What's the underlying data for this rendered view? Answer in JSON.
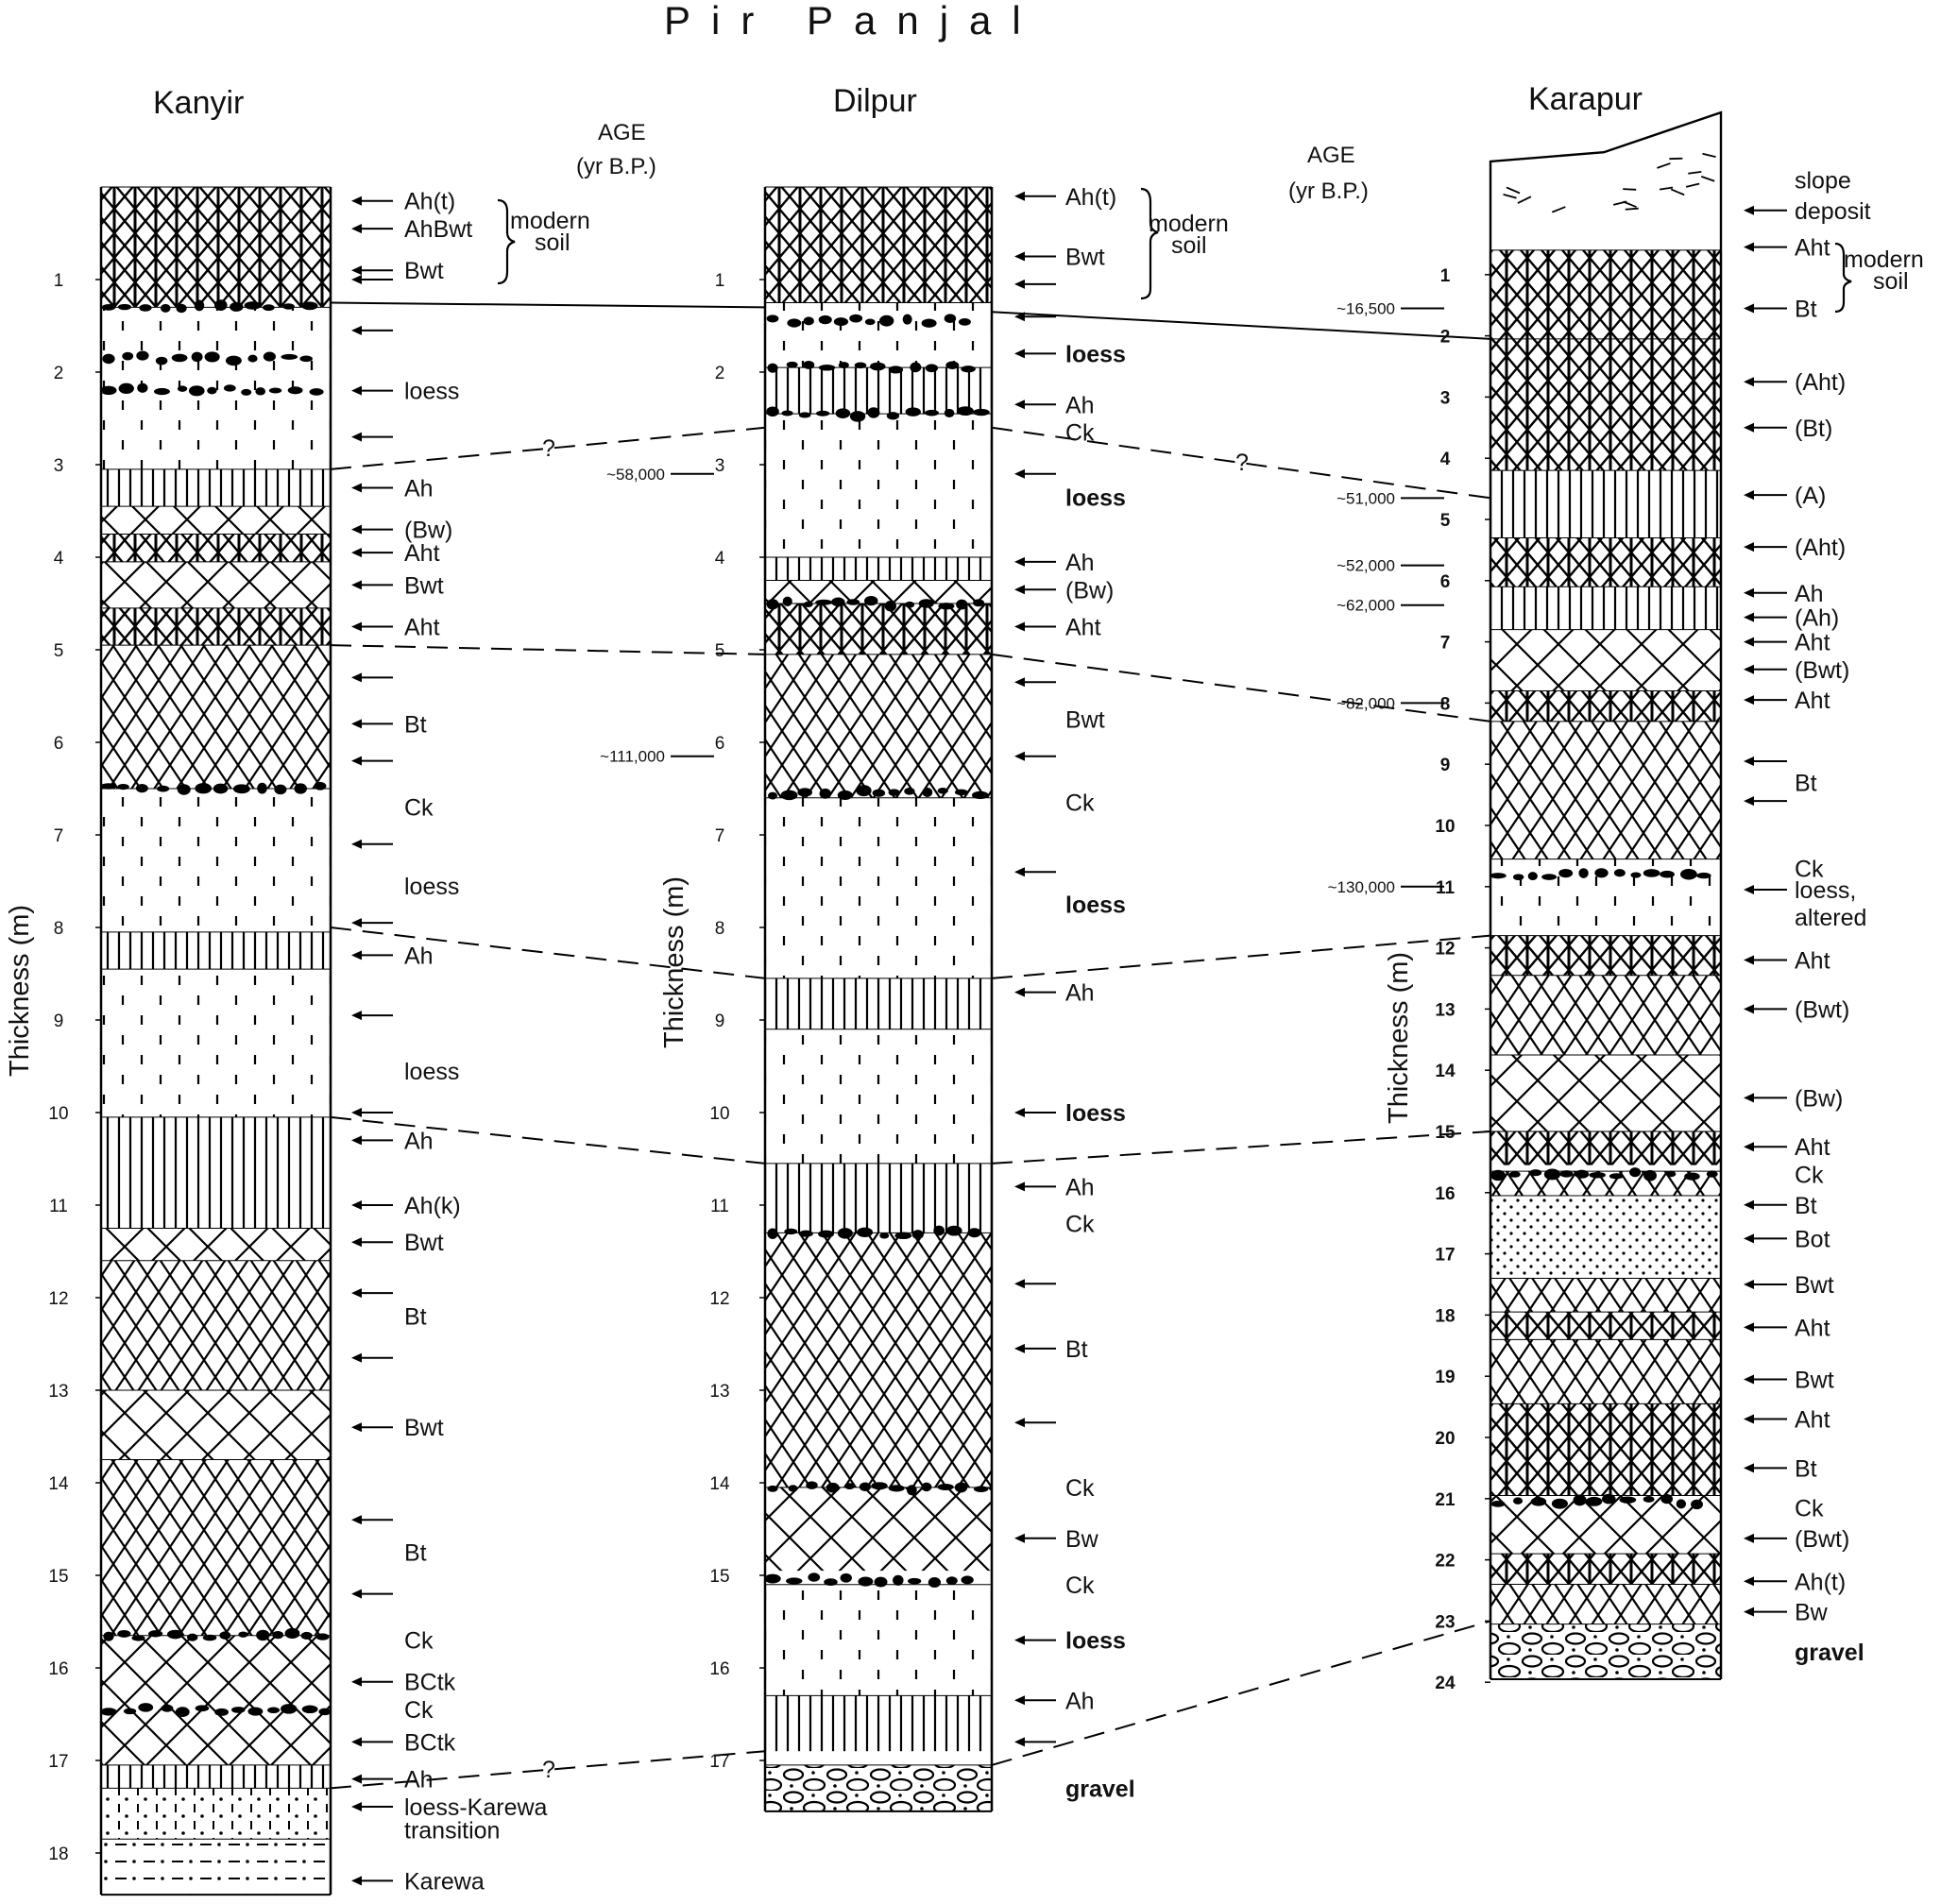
{
  "title": "Pir   Panjal",
  "axis_label": "Thickness (m)",
  "age_header": [
    "AGE",
    "(yr B.P.)"
  ],
  "modern_soil_note": [
    "modern",
    "soil"
  ],
  "karapur_slope_note": [
    "slope",
    "deposit"
  ],
  "karapur_bottom_question": "",
  "sections": [
    {
      "name": "Kanyir",
      "ticks": [
        "1",
        "2",
        "3",
        "4",
        "5",
        "6",
        "7",
        "8",
        "9",
        "10",
        "11",
        "12",
        "13",
        "14",
        "15",
        "16",
        "17",
        "18"
      ],
      "ages": [],
      "layers": [
        {
          "pattern": "tx",
          "from": 0,
          "to": 1.3
        },
        {
          "pattern": "loess",
          "from": 1.3,
          "to": 3.05
        },
        {
          "pattern": "vert",
          "from": 3.05,
          "to": 3.45
        },
        {
          "pattern": "xx",
          "from": 3.45,
          "to": 3.75
        },
        {
          "pattern": "tx",
          "from": 3.75,
          "to": 4.05
        },
        {
          "pattern": "xx",
          "from": 4.05,
          "to": 4.55
        },
        {
          "pattern": "tx",
          "from": 4.55,
          "to": 4.95
        },
        {
          "pattern": "x",
          "from": 4.95,
          "to": 6.5
        },
        {
          "pattern": "loess",
          "from": 6.5,
          "to": 8.05
        },
        {
          "pattern": "vert",
          "from": 8.05,
          "to": 8.45
        },
        {
          "pattern": "loess",
          "from": 8.45,
          "to": 10.05
        },
        {
          "pattern": "vert",
          "from": 10.05,
          "to": 11.25
        },
        {
          "pattern": "xx",
          "from": 11.25,
          "to": 11.6
        },
        {
          "pattern": "x",
          "from": 11.6,
          "to": 13.0
        },
        {
          "pattern": "xx",
          "from": 13.0,
          "to": 13.75
        },
        {
          "pattern": "x",
          "from": 13.75,
          "to": 15.65
        },
        {
          "pattern": "xx",
          "from": 15.65,
          "to": 17.05
        },
        {
          "pattern": "vert",
          "from": 17.05,
          "to": 17.3
        },
        {
          "pattern": "vdot",
          "from": 17.3,
          "to": 17.85
        },
        {
          "pattern": "karewa",
          "from": 17.85,
          "to": 18.45
        }
      ],
      "calcic": [
        1.3,
        1.85,
        2.2,
        6.5,
        15.65,
        16.45
      ],
      "labels": [
        {
          "text": "Ah(t)",
          "at": 0.15,
          "arrow": true
        },
        {
          "text": "AhBwt",
          "at": 0.45,
          "arrow": true
        },
        {
          "text": "Bwt",
          "at": 0.9,
          "arrow": true
        },
        {
          "text": "",
          "at": 1.0,
          "arrow": true
        },
        {
          "text": "",
          "at": 1.55,
          "arrow": true
        },
        {
          "text": "loess",
          "at": 2.2,
          "arrow": true
        },
        {
          "text": "",
          "at": 2.7,
          "arrow": true
        },
        {
          "text": "Ah",
          "at": 3.25,
          "arrow": true
        },
        {
          "text": "(Bw)",
          "at": 3.7,
          "arrow": true
        },
        {
          "text": "Aht",
          "at": 3.95,
          "arrow": true
        },
        {
          "text": "Bwt",
          "at": 4.3,
          "arrow": true
        },
        {
          "text": "Aht",
          "at": 4.75,
          "arrow": true
        },
        {
          "text": "",
          "at": 5.3,
          "arrow": true
        },
        {
          "text": "Bt",
          "at": 5.8,
          "arrow": true
        },
        {
          "text": "",
          "at": 6.2,
          "arrow": true
        },
        {
          "text": "Ck",
          "at": 6.7,
          "arrow": false
        },
        {
          "text": "",
          "at": 7.1,
          "arrow": true
        },
        {
          "text": "loess",
          "at": 7.55,
          "arrow": false
        },
        {
          "text": "",
          "at": 7.95,
          "arrow": true
        },
        {
          "text": "Ah",
          "at": 8.3,
          "arrow": true
        },
        {
          "text": "",
          "at": 8.95,
          "arrow": true
        },
        {
          "text": "loess",
          "at": 9.55,
          "arrow": false
        },
        {
          "text": "",
          "at": 10.0,
          "arrow": true
        },
        {
          "text": "Ah",
          "at": 10.3,
          "arrow": true
        },
        {
          "text": "Ah(k)",
          "at": 11.0,
          "arrow": true
        },
        {
          "text": "Bwt",
          "at": 11.4,
          "arrow": true
        },
        {
          "text": "",
          "at": 11.95,
          "arrow": true
        },
        {
          "text": "Bt",
          "at": 12.2,
          "arrow": false
        },
        {
          "text": "",
          "at": 12.65,
          "arrow": true
        },
        {
          "text": "Bwt",
          "at": 13.4,
          "arrow": true
        },
        {
          "text": "",
          "at": 14.4,
          "arrow": true
        },
        {
          "text": "Bt",
          "at": 14.75,
          "arrow": false
        },
        {
          "text": "",
          "at": 15.2,
          "arrow": true
        },
        {
          "text": "Ck",
          "at": 15.7,
          "arrow": false
        },
        {
          "text": "BCtk",
          "at": 16.15,
          "arrow": true
        },
        {
          "text": "Ck",
          "at": 16.45,
          "arrow": false
        },
        {
          "text": "BCtk",
          "at": 16.8,
          "arrow": true
        },
        {
          "text": "Ah",
          "at": 17.2,
          "arrow": true
        },
        {
          "text": "loess-Karewa",
          "at": 17.5,
          "arrow": true
        },
        {
          "text": "transition",
          "at": 17.75,
          "arrow": false
        },
        {
          "text": "Karewa",
          "at": 18.3,
          "arrow": true
        }
      ]
    },
    {
      "name": "Dilpur",
      "ticks": [
        "1",
        "2",
        "3",
        "4",
        "5",
        "6",
        "7",
        "8",
        "9",
        "10",
        "11",
        "12",
        "13",
        "14",
        "15",
        "16",
        "17"
      ],
      "ages": [
        {
          "text": "~58,000",
          "at": 3.1
        },
        {
          "text": "~111,000",
          "at": 6.15
        }
      ],
      "layers": [
        {
          "pattern": "tx",
          "from": 0,
          "to": 1.25
        },
        {
          "pattern": "loess",
          "from": 1.25,
          "to": 1.95
        },
        {
          "pattern": "vert",
          "from": 1.95,
          "to": 2.45
        },
        {
          "pattern": "loess",
          "from": 2.45,
          "to": 4.0
        },
        {
          "pattern": "vert",
          "from": 4.0,
          "to": 4.25
        },
        {
          "pattern": "xx",
          "from": 4.25,
          "to": 4.5
        },
        {
          "pattern": "tx",
          "from": 4.5,
          "to": 5.05
        },
        {
          "pattern": "x",
          "from": 5.05,
          "to": 6.6
        },
        {
          "pattern": "loess",
          "from": 6.6,
          "to": 8.55
        },
        {
          "pattern": "vert",
          "from": 8.55,
          "to": 9.1
        },
        {
          "pattern": "loess",
          "from": 9.1,
          "to": 10.55
        },
        {
          "pattern": "vert",
          "from": 10.55,
          "to": 11.3
        },
        {
          "pattern": "x",
          "from": 11.3,
          "to": 14.05
        },
        {
          "pattern": "xx",
          "from": 14.05,
          "to": 14.95
        },
        {
          "pattern": "loess",
          "from": 15.1,
          "to": 16.3
        },
        {
          "pattern": "vert",
          "from": 16.3,
          "to": 16.9
        },
        {
          "pattern": "gravel",
          "from": 17.05,
          "to": 17.55
        }
      ],
      "calcic": [
        1.45,
        1.95,
        2.45,
        4.5,
        6.55,
        11.3,
        14.05,
        15.05
      ],
      "labels": [
        {
          "text": "Ah(t)",
          "at": 0.1,
          "arrow": true
        },
        {
          "text": "Bwt",
          "at": 0.75,
          "arrow": true
        },
        {
          "text": "",
          "at": 1.05,
          "arrow": true
        },
        {
          "text": "",
          "at": 1.4,
          "arrow": true
        },
        {
          "text": "loess",
          "at": 1.8,
          "arrow": true
        },
        {
          "text": "Ah",
          "at": 2.35,
          "arrow": true
        },
        {
          "text": "Ck",
          "at": 2.65,
          "arrow": false
        },
        {
          "text": "",
          "at": 3.1,
          "arrow": true
        },
        {
          "text": "loess",
          "at": 3.35,
          "arrow": false
        },
        {
          "text": "Ah",
          "at": 4.05,
          "arrow": true
        },
        {
          "text": "(Bw)",
          "at": 4.35,
          "arrow": true
        },
        {
          "text": "Aht",
          "at": 4.75,
          "arrow": true
        },
        {
          "text": "",
          "at": 5.35,
          "arrow": true
        },
        {
          "text": "Bwt",
          "at": 5.75,
          "arrow": false
        },
        {
          "text": "",
          "at": 6.15,
          "arrow": true
        },
        {
          "text": "Ck",
          "at": 6.65,
          "arrow": false
        },
        {
          "text": "",
          "at": 7.4,
          "arrow": true
        },
        {
          "text": "loess",
          "at": 7.75,
          "arrow": false
        },
        {
          "text": "Ah",
          "at": 8.7,
          "arrow": true
        },
        {
          "text": "loess",
          "at": 10.0,
          "arrow": true
        },
        {
          "text": "Ah",
          "at": 10.8,
          "arrow": true
        },
        {
          "text": "Ck",
          "at": 11.2,
          "arrow": false
        },
        {
          "text": "",
          "at": 11.85,
          "arrow": true
        },
        {
          "text": "Bt",
          "at": 12.55,
          "arrow": true
        },
        {
          "text": "",
          "at": 13.35,
          "arrow": true
        },
        {
          "text": "Ck",
          "at": 14.05,
          "arrow": false
        },
        {
          "text": "Bw",
          "at": 14.6,
          "arrow": true
        },
        {
          "text": "Ck",
          "at": 15.1,
          "arrow": false
        },
        {
          "text": "loess",
          "at": 15.7,
          "arrow": true
        },
        {
          "text": "Ah",
          "at": 16.35,
          "arrow": true
        },
        {
          "text": "",
          "at": 16.8,
          "arrow": true
        },
        {
          "text": "gravel",
          "at": 17.3,
          "arrow": false
        }
      ]
    },
    {
      "name": "Karapur",
      "ticks": [
        "1",
        "2",
        "3",
        "4",
        "5",
        "6",
        "7",
        "8",
        "9",
        "10",
        "11",
        "12",
        "13",
        "14",
        "15",
        "16",
        "17",
        "18",
        "19",
        "20",
        "21",
        "22",
        "23",
        "24"
      ],
      "ages": [
        {
          "text": "~16,500",
          "at": 1.55
        },
        {
          "text": "~51,000",
          "at": 4.65
        },
        {
          "text": "~52,000",
          "at": 5.75
        },
        {
          "text": "~62,000",
          "at": 6.4
        },
        {
          "text": "~82,000",
          "at": 8.0
        },
        {
          "text": "~130,000",
          "at": 11.0
        }
      ],
      "layers": [
        {
          "pattern": "tx",
          "from": 0.6,
          "to": 2.05
        },
        {
          "pattern": "tx",
          "from": 2.05,
          "to": 4.2
        },
        {
          "pattern": "vert",
          "from": 4.2,
          "to": 5.3
        },
        {
          "pattern": "tx",
          "from": 5.3,
          "to": 6.1
        },
        {
          "pattern": "vert",
          "from": 6.1,
          "to": 6.8
        },
        {
          "pattern": "xx",
          "from": 6.8,
          "to": 7.8
        },
        {
          "pattern": "tx",
          "from": 7.8,
          "to": 8.3
        },
        {
          "pattern": "x",
          "from": 8.3,
          "to": 10.55
        },
        {
          "pattern": "loess",
          "from": 10.55,
          "to": 11.8
        },
        {
          "pattern": "tx",
          "from": 11.8,
          "to": 12.45
        },
        {
          "pattern": "x",
          "from": 12.45,
          "to": 13.75
        },
        {
          "pattern": "xx",
          "from": 13.75,
          "to": 15.0
        },
        {
          "pattern": "tx",
          "from": 15.0,
          "to": 15.55
        },
        {
          "pattern": "x",
          "from": 15.65,
          "to": 16.05
        },
        {
          "pattern": "dots",
          "from": 16.05,
          "to": 17.4
        },
        {
          "pattern": "x",
          "from": 17.4,
          "to": 17.95
        },
        {
          "pattern": "tx",
          "from": 17.95,
          "to": 18.4
        },
        {
          "pattern": "x",
          "from": 18.4,
          "to": 19.45
        },
        {
          "pattern": "tx",
          "from": 19.45,
          "to": 20.95
        },
        {
          "pattern": "xx",
          "from": 20.95,
          "to": 21.9
        },
        {
          "pattern": "tx",
          "from": 21.9,
          "to": 22.4
        },
        {
          "pattern": "x",
          "from": 22.4,
          "to": 23.05
        },
        {
          "pattern": "gravel",
          "from": 23.05,
          "to": 23.95
        }
      ],
      "calcic": [
        10.8,
        15.7,
        21.05
      ],
      "labels": [
        {
          "text": "slope",
          "at": -0.55,
          "arrow": false
        },
        {
          "text": "deposit",
          "at": -0.05,
          "arrow": true
        },
        {
          "text": "Aht",
          "at": 0.55,
          "arrow": true
        },
        {
          "text": "Bt",
          "at": 1.55,
          "arrow": true
        },
        {
          "text": "(Aht)",
          "at": 2.75,
          "arrow": true
        },
        {
          "text": "(Bt)",
          "at": 3.5,
          "arrow": true
        },
        {
          "text": "(A)",
          "at": 4.6,
          "arrow": true
        },
        {
          "text": "(Aht)",
          "at": 5.45,
          "arrow": true
        },
        {
          "text": "Ah",
          "at": 6.2,
          "arrow": true
        },
        {
          "text": "(Ah)",
          "at": 6.6,
          "arrow": true
        },
        {
          "text": "Aht",
          "at": 7.0,
          "arrow": true
        },
        {
          "text": "(Bwt)",
          "at": 7.45,
          "arrow": true
        },
        {
          "text": "Aht",
          "at": 7.95,
          "arrow": true
        },
        {
          "text": "",
          "at": 8.95,
          "arrow": true
        },
        {
          "text": "Bt",
          "at": 9.3,
          "arrow": false
        },
        {
          "text": "",
          "at": 9.6,
          "arrow": true
        },
        {
          "text": "Ck",
          "at": 10.7,
          "arrow": false
        },
        {
          "text": "loess,",
          "at": 11.05,
          "arrow": true
        },
        {
          "text": "altered",
          "at": 11.5,
          "arrow": false
        },
        {
          "text": "Aht",
          "at": 12.2,
          "arrow": true
        },
        {
          "text": "(Bwt)",
          "at": 13.0,
          "arrow": true
        },
        {
          "text": "(Bw)",
          "at": 14.45,
          "arrow": true
        },
        {
          "text": "Aht",
          "at": 15.25,
          "arrow": true
        },
        {
          "text": "Ck",
          "at": 15.7,
          "arrow": false
        },
        {
          "text": "Bt",
          "at": 16.2,
          "arrow": true
        },
        {
          "text": "Bot",
          "at": 16.75,
          "arrow": true
        },
        {
          "text": "Bwt",
          "at": 17.5,
          "arrow": true
        },
        {
          "text": "Aht",
          "at": 18.2,
          "arrow": true
        },
        {
          "text": "Bwt",
          "at": 19.05,
          "arrow": true
        },
        {
          "text": "Aht",
          "at": 19.7,
          "arrow": true
        },
        {
          "text": "Bt",
          "at": 20.5,
          "arrow": true
        },
        {
          "text": "Ck",
          "at": 21.15,
          "arrow": false
        },
        {
          "text": "(Bwt)",
          "at": 21.65,
          "arrow": true
        },
        {
          "text": "Ah(t)",
          "at": 22.35,
          "arrow": true
        },
        {
          "text": "Bw",
          "at": 22.85,
          "arrow": true
        },
        {
          "text": "gravel",
          "at": 23.5,
          "arrow": false
        }
      ]
    }
  ],
  "correlations": [
    {
      "style": "solid",
      "a": {
        "col": 0,
        "at": 1.25
      },
      "b": {
        "col": 1,
        "at": 1.3
      }
    },
    {
      "style": "solid",
      "a": {
        "col": 1,
        "at": 1.35
      },
      "b": {
        "col": 2,
        "at": 2.05
      }
    },
    {
      "style": "dashed",
      "a": {
        "col": 0,
        "at": 3.05
      },
      "b": {
        "col": 1,
        "at": 2.6
      },
      "q": "?"
    },
    {
      "style": "dashed",
      "a": {
        "col": 1,
        "at": 2.6
      },
      "b": {
        "col": 2,
        "at": 4.65
      },
      "q": "?"
    },
    {
      "style": "dashed",
      "a": {
        "col": 0,
        "at": 4.95
      },
      "b": {
        "col": 1,
        "at": 5.05
      }
    },
    {
      "style": "dashed",
      "a": {
        "col": 1,
        "at": 5.05
      },
      "b": {
        "col": 2,
        "at": 8.3
      }
    },
    {
      "style": "dashed",
      "a": {
        "col": 0,
        "at": 8.0
      },
      "b": {
        "col": 1,
        "at": 8.55
      }
    },
    {
      "style": "dashed",
      "a": {
        "col": 1,
        "at": 8.55
      },
      "b": {
        "col": 2,
        "at": 11.8
      }
    },
    {
      "style": "dashed",
      "a": {
        "col": 0,
        "at": 10.05
      },
      "b": {
        "col": 1,
        "at": 10.55
      }
    },
    {
      "style": "dashed",
      "a": {
        "col": 1,
        "at": 10.55
      },
      "b": {
        "col": 2,
        "at": 15.0
      }
    },
    {
      "style": "dashed",
      "a": {
        "col": 0,
        "at": 17.3
      },
      "b": {
        "col": 1,
        "at": 16.9
      },
      "q": "?"
    },
    {
      "style": "dashed",
      "a": {
        "col": 1,
        "at": 17.05
      },
      "b": {
        "col": 2,
        "at": 23.0
      }
    }
  ]
}
